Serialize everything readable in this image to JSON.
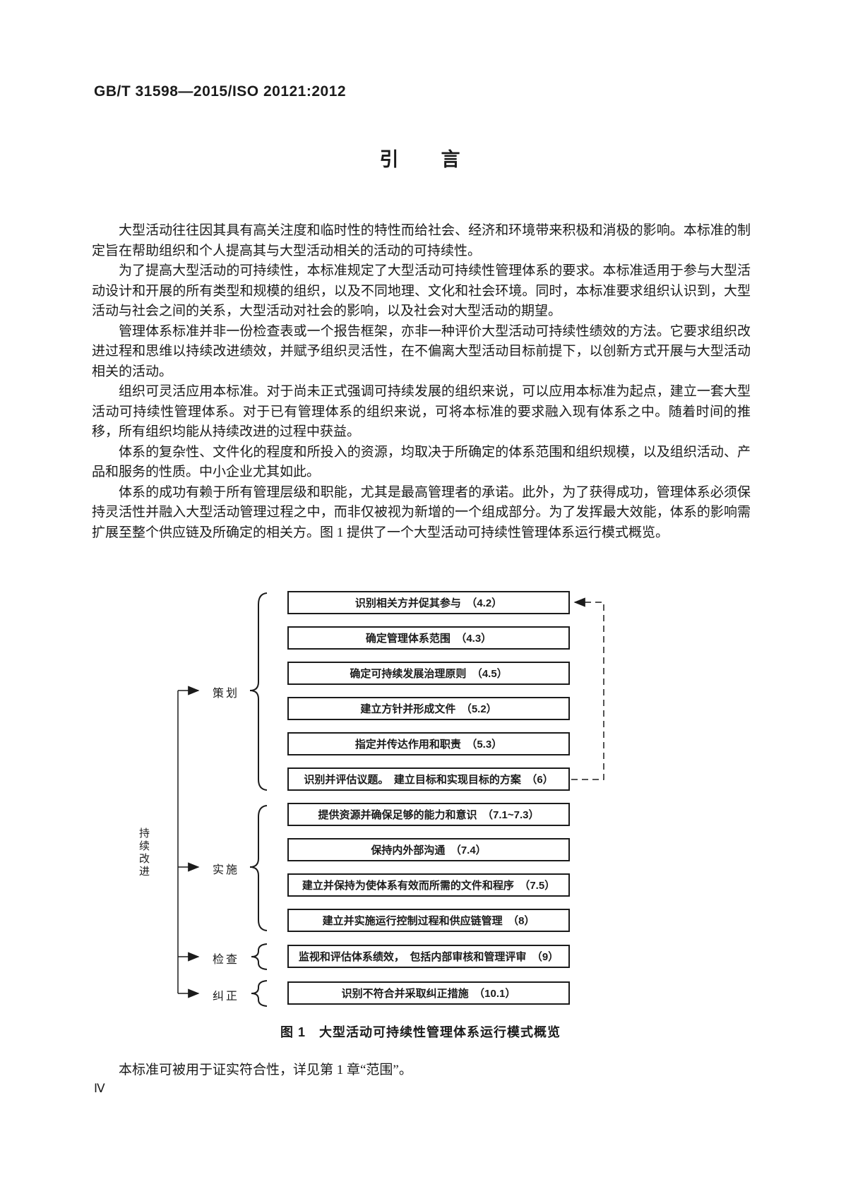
{
  "page": {
    "header": "GB/T 31598—2015/ISO 20121:2012",
    "title": "引　　言",
    "page_number": "Ⅳ"
  },
  "paragraphs": [
    "大型活动往往因其具有高关注度和临时性的特性而给社会、经济和环境带来积极和消极的影响。本标准的制定旨在帮助组织和个人提高其与大型活动相关的活动的可持续性。",
    "为了提高大型活动的可持续性，本标准规定了大型活动可持续性管理体系的要求。本标准适用于参与大型活动设计和开展的所有类型和规模的组织，以及不同地理、文化和社会环境。同时，本标准要求组织认识到，大型活动与社会之间的关系，大型活动对社会的影响，以及社会对大型活动的期望。",
    "管理体系标准并非一份检查表或一个报告框架，亦非一种评价大型活动可持续性绩效的方法。它要求组织改进过程和思维以持续改进绩效，并赋予组织灵活性，在不偏离大型活动目标前提下，以创新方式开展与大型活动相关的活动。",
    "组织可灵活应用本标准。对于尚未正式强调可持续发展的组织来说，可以应用本标准为起点，建立一套大型活动可持续性管理体系。对于已有管理体系的组织来说，可将本标准的要求融入现有体系之中。随着时间的推移，所有组织均能从持续改进的过程中获益。",
    "体系的复杂性、文件化的程度和所投入的资源，均取决于所确定的体系范围和组织规模，以及组织活动、产品和服务的性质。中小企业尤其如此。",
    "体系的成功有赖于所有管理层级和职能，尤其是最高管理者的承诺。此外，为了获得成功，管理体系必须保持灵活性并融入大型活动管理过程之中，而非仅被视为新增的一个组成部分。为了发挥最大效能，体系的影响需扩展至整个供应链及所确定的相关方。图 1 提供了一个大型活动可持续性管理体系运行模式概览。"
  ],
  "closing_paragraph": "本标准可被用于证实符合性，详见第 1 章“范围”。",
  "figure": {
    "caption": "图 1　大型活动可持续性管理体系运行模式概览",
    "side_label": "持续改进",
    "groups": [
      {
        "label": "策划",
        "boxes": [
          "识别相关方并促其参与　（4.2）",
          "确定管理体系范围　（4.3）",
          "确定可持续发展治理原则　（4.5）",
          "建立方针并形成文件　（5.2）",
          "指定并传达作用和职责　（5.3）",
          "识别并评估议题。　建立目标和实现目标的方案　（6）"
        ]
      },
      {
        "label": "实施",
        "boxes": [
          "提供资源并确保足够的能力和意识　（7.1~7.3）",
          "保持内外部沟通　（7.4）",
          "建立并保持为使体系有效而所需的文件和程序　（7.5）",
          "建立并实施运行控制过程和供应链管理　（8）"
        ]
      },
      {
        "label": "检查",
        "boxes": [
          "监视和评估体系绩效，　包括内部审核和管理评审　（9）"
        ]
      },
      {
        "label": "纠正",
        "boxes": [
          "识别不符合并采取纠正措施　（10.1）"
        ]
      }
    ]
  }
}
